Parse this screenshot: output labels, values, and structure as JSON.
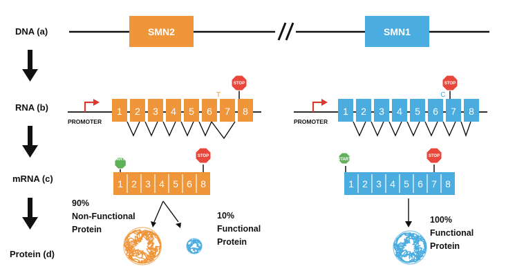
{
  "rows": {
    "dna": "DNA (a)",
    "rna": "RNA (b)",
    "mrna": "mRNA (c)",
    "protein": "Protein (d)"
  },
  "genes": {
    "smn2": "SMN2",
    "smn1": "SMN1"
  },
  "promoter_label": "PROMOTER",
  "stop_label": "STOP",
  "start_label": "START",
  "smn2": {
    "rna_exons": [
      "1",
      "2",
      "3",
      "4",
      "5",
      "6",
      "7",
      "8"
    ],
    "nucleotide": "T",
    "mrna_exons": [
      "1",
      "2",
      "3",
      "4",
      "5",
      "6",
      "8"
    ],
    "outcome_nonfunctional": [
      "90%",
      "Non-Functional",
      "Protein"
    ],
    "outcome_functional": [
      "10%",
      "Functional",
      "Protein"
    ]
  },
  "smn1": {
    "rna_exons": [
      "1",
      "2",
      "3",
      "4",
      "5",
      "6",
      "7",
      "8"
    ],
    "nucleotide": "C",
    "mrna_exons": [
      "1",
      "2",
      "3",
      "4",
      "5",
      "6",
      "7",
      "8"
    ],
    "outcome_functional": [
      "100%",
      "Functional",
      "Protein"
    ]
  },
  "colors": {
    "smn2": "#f0963a",
    "smn1": "#4aacdf",
    "stop": "#e8473b",
    "start": "#5fb15a",
    "arrow": "#d93a2e",
    "line": "#111111"
  }
}
